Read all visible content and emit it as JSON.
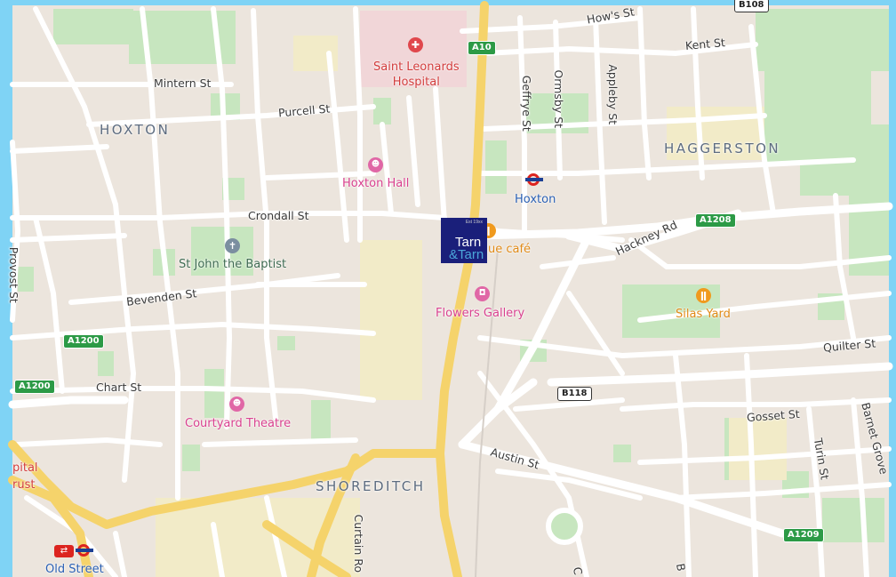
{
  "map": {
    "frame_color": "#7fd3f5",
    "land_color": "#ece5dd",
    "park_color": "#c7e6bf",
    "road_color": "#ffffff",
    "major_road_color": "#f5d36b"
  },
  "areas": {
    "hoxton": "HOXTON",
    "haggerston": "HAGGERSTON",
    "shoreditch": "SHOREDITCH"
  },
  "streets": {
    "hows_st": "How's St",
    "kent_st": "Kent St",
    "mintern_st": "Mintern St",
    "purcell_st": "Purcell St",
    "geffrye_st": "Geffrye St",
    "ormsby_st": "Ormsby St",
    "appleby_st": "Appleby St",
    "crondall_st": "Crondall St",
    "hackney_rd": "Hackney Rd",
    "provost_st": "Provost St",
    "bevenden_st": "Bevenden St",
    "chart_st": "Chart St",
    "quilter_st": "Quilter St",
    "gosset_st": "Gosset St",
    "barnet_grove": "Barnet Grove",
    "turin_st": "Turin St",
    "austin_st": "Austin St",
    "curtain_rd": "Curtain Ro",
    "b_partial": "B",
    "c_partial": "C"
  },
  "road_shields": {
    "a10": "A10",
    "a1208": "A1208",
    "a1200_top": "A1200",
    "a1200_left": "A1200",
    "b118": "B118",
    "a1209": "A1209",
    "b108": "B108"
  },
  "pois": {
    "hospital": "Saint Leonards\nHospital",
    "hoxton_hall": "Hoxton Hall",
    "hoxton_station": "Hoxton",
    "cafe": "ue café",
    "st_john": "St John the Baptist",
    "flowers_gallery": "Flowers Gallery",
    "silas_yard": "Silas Yard",
    "courtyard_theatre": "Courtyard Theatre",
    "old_street": "Old Street",
    "pital": "pital",
    "rust": "rust"
  },
  "marker": {
    "est": "Est 19xx",
    "line1": "Tarn",
    "line2": "&Tarn"
  }
}
